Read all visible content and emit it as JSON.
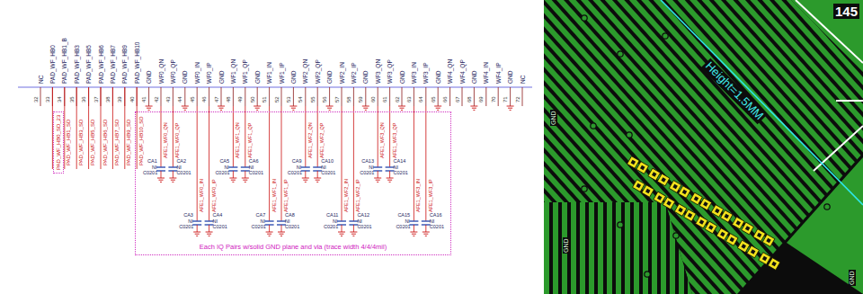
{
  "diagram": {
    "nodes": [
      {
        "text": [
          "PAD_WF_HB0_SD_23"
        ]
      },
      {
        "text": [
          "Each IQ Pairs w/solid GND plane and via (trace width 4/4/4mil)"
        ]
      }
    ],
    "labels": [
      "NC",
      "PAD_WF_HB0",
      "PAD_WF_HB1_B",
      "PAD_WF_HB3",
      "PAD_WF_HB5",
      "PAD_WF_HB6",
      "PAD_WF_HB7",
      "PAD_WF_HB9",
      "PAD_WF_HB10",
      "GND",
      "WF0_QN",
      "WF0_QP",
      "GND",
      "WF0_IN",
      "WF0_IP",
      "GND",
      "WF1_QN",
      "WF1_QP",
      "GND",
      "WF1_IN",
      "WF1_IP",
      "GND",
      "WF2_QN",
      "WF2_QP",
      "GND",
      "WF2_IN",
      "WF2_IP",
      "GND",
      "WF3_QN",
      "WF3_QP",
      "GND",
      "WF3_IN",
      "WF3_IP",
      "GND",
      "WF4_QN",
      "WF4_QP",
      "GND",
      "WF4_IN",
      "WF4_IP",
      "GND",
      "NC",
      "32",
      "33",
      "34",
      "35",
      "36",
      "37",
      "38",
      "39",
      "40",
      "41",
      "42",
      "43",
      "44",
      "45",
      "46",
      "47",
      "48",
      "49",
      "50",
      "51",
      "52",
      "53",
      "54",
      "55",
      "56",
      "57",
      "58",
      "59",
      "60",
      "61",
      "62",
      "63",
      "64",
      "65",
      "66",
      "67",
      "68",
      "69",
      "70",
      "71",
      "72",
      "PAD_WF_HB1_SD",
      "PAD_WF_HB3_SD",
      "PAD_WF_HB5_SD",
      "PAD_WF_HB6_SD",
      "PAD_WF_HB7_SD",
      "PAD_WF_HB9_SD",
      "PAD_WF_HB10_SD",
      "AFE1_WF0_QN",
      "AFE1_WF0_QP",
      "AFE1_WF0_IN",
      "AFE1_WF0_IP",
      "AFE1_WF1_QN",
      "AFE1_WF1_QP",
      "AFE1_WF1_IN",
      "AFE1_WF1_IP",
      "AFE1_WF2_QN",
      "AFE1_WF2_QP",
      "AFE1_WF2_IN",
      "AFE1_WF2_IP",
      "AFE1_WF3_QN",
      "AFE1_WF3_QP",
      "AFE1_WF3_IN",
      "AFE1_WF3_IP",
      "CA1",
      "NI",
      "C0201",
      "CA2",
      "NI",
      "C0201",
      "CA3",
      "NI",
      "C0201",
      "CA4",
      "NI",
      "C0201",
      "CA5",
      "NI",
      "C0201",
      "CA6",
      "NI",
      "C0201",
      "CA7",
      "NI",
      "C0201",
      "CA8",
      "NI",
      "C0201",
      "CA9",
      "NI",
      "C0201",
      "CA10",
      "NI",
      "C0201",
      "CA11",
      "NI",
      "C0201",
      "CA12",
      "NI",
      "C0201",
      "CA13",
      "NI",
      "C0201",
      "CA14",
      "NI",
      "C0201",
      "CA15",
      "NI",
      "C0201",
      "CA16",
      "NI",
      "C0201",
      "145",
      "Height=1.5MM",
      "GND",
      "GND",
      "GND"
    ]
  }
}
